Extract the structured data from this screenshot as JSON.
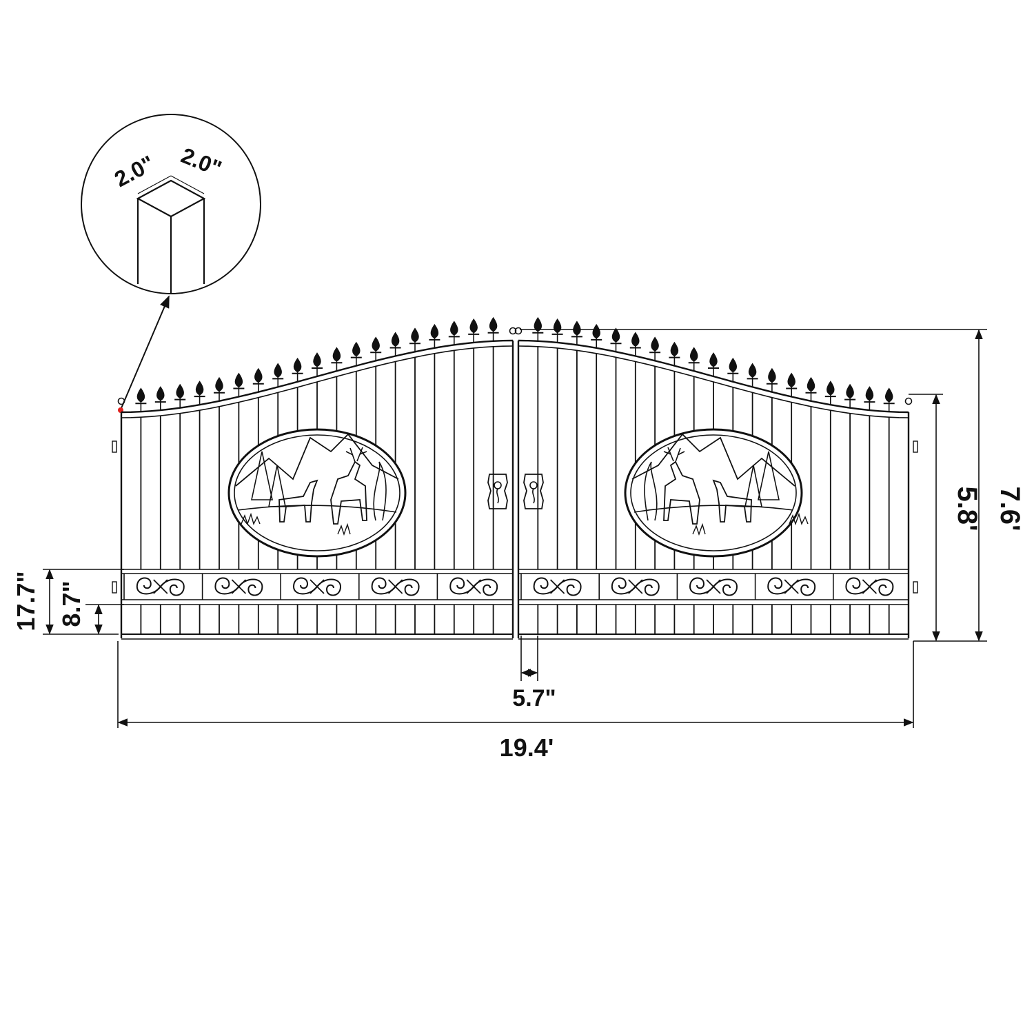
{
  "dimensions": {
    "post_width_a": "2.0\"",
    "post_width_b": "2.0\"",
    "total_width": "19.4'",
    "center_gap": "5.7\"",
    "side_height": "5.8'",
    "peak_height": "7.6'",
    "scroll_band_height": "17.7\"",
    "lower_bar_height": "8.7\""
  },
  "colors": {
    "line": "#111111",
    "background": "#ffffff",
    "marker": "#e0201c"
  },
  "icons": [
    "square-post-detail-icon",
    "deer-scene-medallion-icon",
    "scroll-ornament-icon",
    "spear-finial-icon",
    "latch-plate-icon"
  ]
}
